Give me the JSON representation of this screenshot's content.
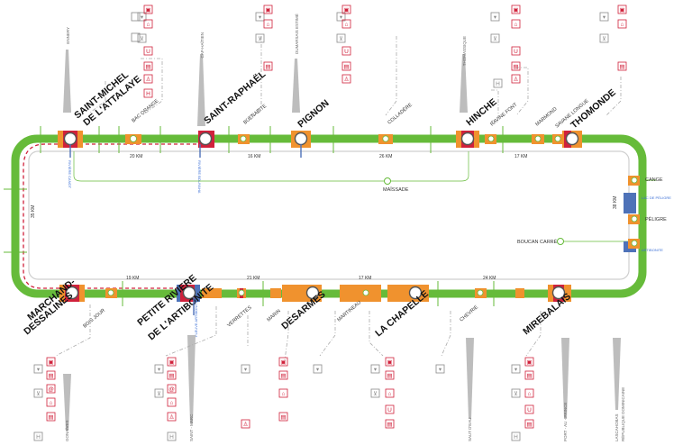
{
  "colors": {
    "route": "#66bb3a",
    "orange": "#f0922e",
    "red": "#d0213b",
    "blue": "#4e72b8",
    "grey": "#999999"
  },
  "top_stations": [
    {
      "id": "st-saint-michel",
      "label_1": "SAINT-MICHEL",
      "label_2": "DE L'ATTALAYE",
      "major": true
    },
    {
      "id": "st-bac-orange",
      "label": "BAC ORANGE",
      "major": false
    },
    {
      "id": "st-saint-raphael",
      "label": "SAINT-RAPHAËL",
      "major": true
    },
    {
      "id": "st-buenabite",
      "label": "BUENABITE",
      "major": false
    },
    {
      "id": "st-pignon",
      "label": "PIGNON",
      "major": true
    },
    {
      "id": "st-colladere",
      "label": "COLLADÈRE",
      "major": false
    },
    {
      "id": "st-hinche",
      "label": "HINCHE",
      "major": true
    },
    {
      "id": "st-ravine-font",
      "label": "RAVINE FONT",
      "major": false
    },
    {
      "id": "st-marmond",
      "label": "MARMOND",
      "major": false
    },
    {
      "id": "st-savane-longue",
      "label": "SAVANE LONGUE",
      "major": false
    },
    {
      "id": "st-thomonde",
      "label": "THOMONDE",
      "major": true
    }
  ],
  "bottom_stations": [
    {
      "id": "st-marchand",
      "label_1": "MARCHAND-",
      "label_2": "DESSALINES",
      "major": true
    },
    {
      "id": "st-bois-jour",
      "label": "BOIS JOUR",
      "major": false
    },
    {
      "id": "st-petite-riviere",
      "label_1": "PETITE RIVIERE",
      "label_2": "DE L'ARTIBONITE",
      "major": true
    },
    {
      "id": "st-verrettes",
      "label": "VERRETTES",
      "major": false
    },
    {
      "id": "st-marin",
      "label": "MARIN",
      "major": false
    },
    {
      "id": "st-desarmes",
      "label": "DESARMES",
      "major": true
    },
    {
      "id": "st-martineau",
      "label": "MARTINEAU",
      "major": false
    },
    {
      "id": "st-la-chapelle",
      "label": "LA CHAPELLE",
      "major": true
    },
    {
      "id": "st-chevrie",
      "label": "CHEVRIE",
      "major": false
    },
    {
      "id": "st-mirebalais",
      "label": "MIREBALAIS",
      "major": true
    }
  ],
  "right_stations": [
    {
      "id": "st-cange",
      "label": "CANGE"
    },
    {
      "id": "st-peligre",
      "label": "PÉLIGRE"
    }
  ],
  "inner_stations": [
    {
      "id": "st-maissade",
      "label": "MAÏSSADE"
    },
    {
      "id": "st-boucan-carre",
      "label": "BOUCAN CARRÉ"
    }
  ],
  "distances": {
    "top_1": "20 KM",
    "top_2": "16 KM",
    "top_3": "26 KM",
    "top_4": "17 KM",
    "bottom_1": "19 KM",
    "bottom_2": "21 KM",
    "bottom_3": "17 KM",
    "bottom_4": "24 KM",
    "left": "35 KM",
    "right": "38 KM"
  },
  "water_labels": {
    "riviere_canot": "RIVIÈRE CANOT",
    "riviere_bouyaha": "RIVIÈRE BOUYAHA",
    "fleuve_artibonite": "FLEUVE ARTIBONITE",
    "lac_peligre": "LAC DE PÉLIGRE",
    "artibonite": "ARTIBONITE"
  },
  "destinations": {
    "ennery": "ENNERY",
    "cap_haitien": "CAP-HAÏTIEN",
    "dumarsais": "DUMARSAIS ESTIMÉ",
    "thomassique": "THOMASSIQUE",
    "gonaives": "GONAÏVES",
    "saint_marc": "SAINT - MARC",
    "saut_deau": "SAUT D'EAU",
    "port_au_prince": "PORT - AU - PRINCE",
    "lascahobas": "LASCAHOBAS",
    "rep_dom": "RÉPUBLIQUE DOMINICAINE"
  },
  "icons": {
    "H": "H",
    "U": "U",
    "at": "@",
    "basket": "basket-icon",
    "bus": "bus-icon",
    "cart": "cart-icon",
    "factory": "factory-icon",
    "truck": "truck-icon",
    "person": "person-icon"
  }
}
